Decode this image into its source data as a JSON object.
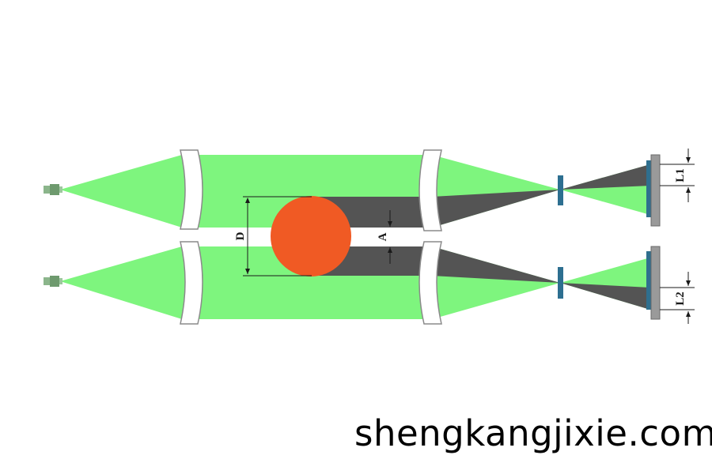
{
  "diagram": {
    "labels": {
      "diameter": "D",
      "offset": "A",
      "sensor_top": "L1",
      "sensor_bottom": "L2"
    },
    "colors": {
      "light_beam": "#7ef57e",
      "shadow_beam": "#545454",
      "object": "#f05a24",
      "lens_edge": "#8a8a8a",
      "filter": "#2d6f90",
      "sensor_plate": "#9a9a9a",
      "sensor_face": "#2f6f8e",
      "dimension_line": "#1a1a1a"
    },
    "icons": [
      "light-source-icon",
      "lens-icon",
      "filter-icon",
      "sensor-icon",
      "sphere-object"
    ]
  },
  "watermark": {
    "text": "shengkangjixie.com"
  }
}
